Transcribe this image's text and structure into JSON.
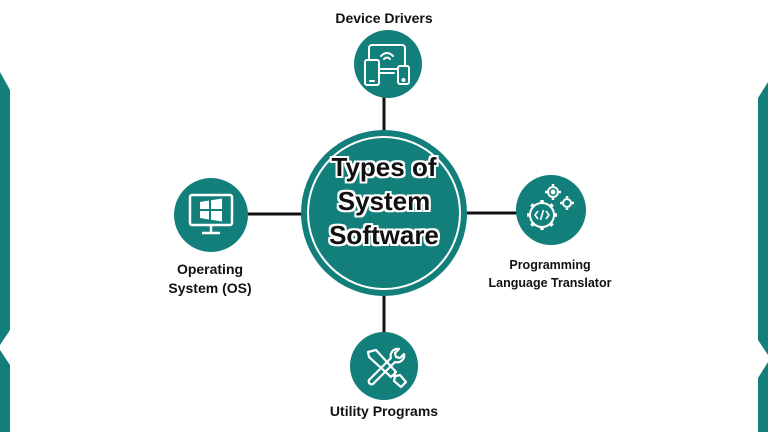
{
  "center": {
    "line1": "Types of",
    "line2": "System",
    "line3": "Software"
  },
  "nodes": {
    "top": {
      "label": "Device Drivers",
      "icon": "devices-icon"
    },
    "left": {
      "label_line1": "Operating",
      "label_line2": "System (OS)",
      "icon": "windows-monitor-icon"
    },
    "right": {
      "label_line1": "Programming",
      "label_line2": "Language Translator",
      "icon": "code-gears-icon"
    },
    "bottom": {
      "label": "Utility Programs",
      "icon": "tools-icon"
    }
  },
  "colors": {
    "teal": "#137f7b",
    "connector": "#111111"
  }
}
